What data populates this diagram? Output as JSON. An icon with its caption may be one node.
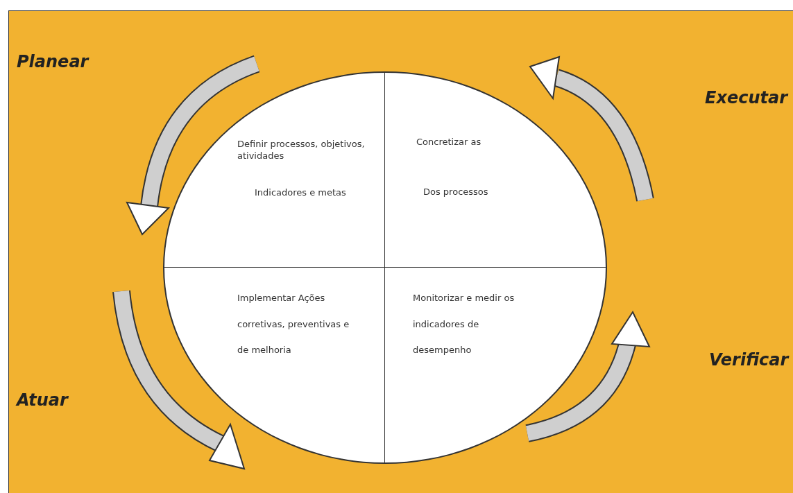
{
  "diagram": {
    "nodes": [
      {
        "text": [],
        "shape": "circle"
      },
      {
        "text": [
          "Definir processos, objetivos, atividades",
          "Indicadores  e metas"
        ],
        "in": 0
      },
      {
        "text": [
          "Concretizar as",
          "Dos processos"
        ],
        "in": 0
      },
      {
        "text": [
          "Implementar Ações corretivas, preventivas e de melhoria"
        ],
        "in": 0
      },
      {
        "text": [
          "Monitorizar e medir os indicadores de desempenho"
        ],
        "in": 0
      }
    ],
    "edges": [],
    "labels": [
      "Planear",
      "Executar",
      "Verificar",
      "Atuar"
    ]
  }
}
